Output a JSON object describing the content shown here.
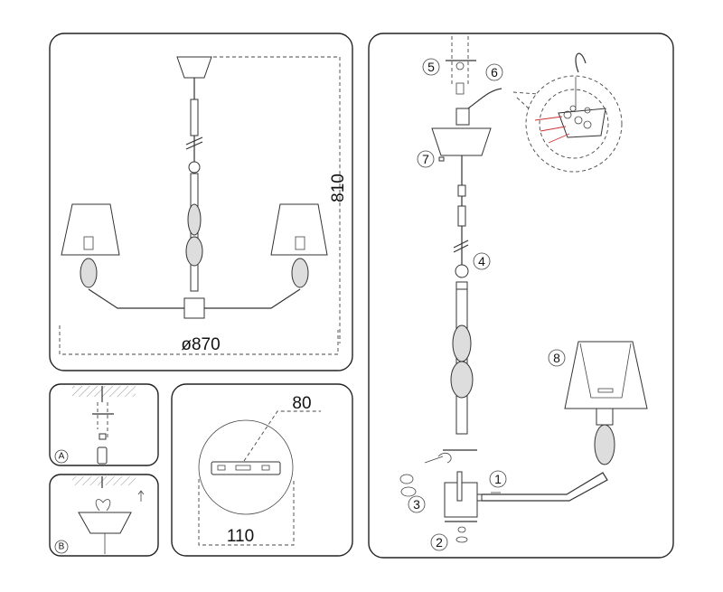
{
  "overview_panel": {
    "height_label": "810",
    "diameter_label": "ø870"
  },
  "step_a_panel": {
    "label": "A"
  },
  "step_b_panel": {
    "label": "B"
  },
  "mount_plate_panel": {
    "hole_spacing_label": "80",
    "canopy_width_label": "110"
  },
  "assembly_panel": {
    "callouts": [
      "1",
      "2",
      "3",
      "4",
      "5",
      "6",
      "7",
      "8"
    ]
  }
}
